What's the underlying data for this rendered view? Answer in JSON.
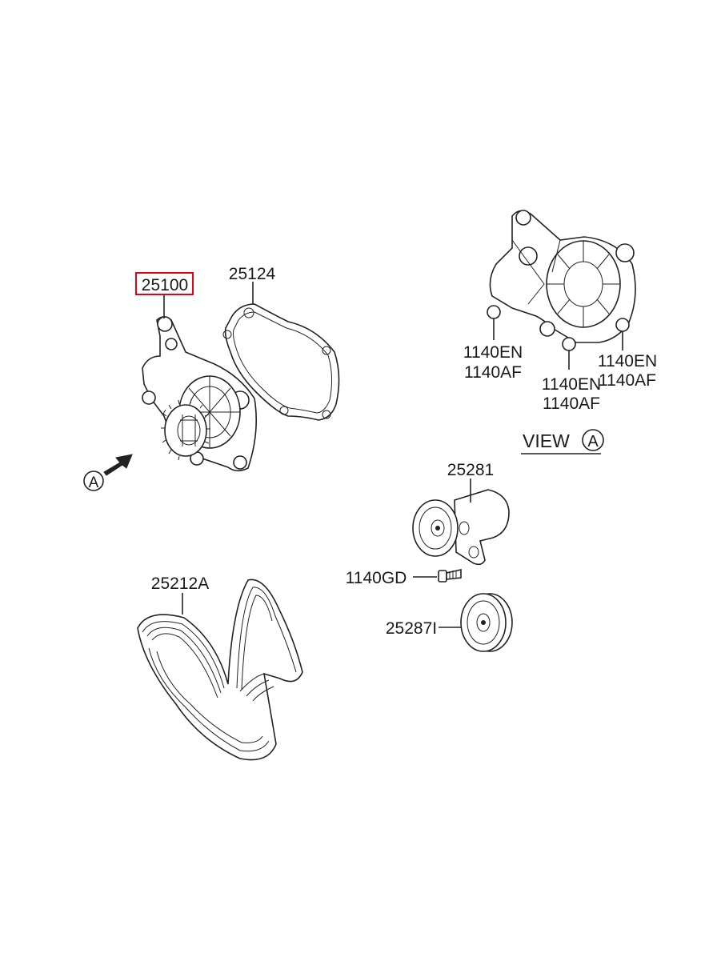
{
  "labels": {
    "water_pump": "25100",
    "gasket": "25124",
    "belt": "25212A",
    "tensioner": "25281",
    "bolt": "1140GD",
    "idler": "25287I",
    "sealing_1": "1140EN",
    "sealing_1b": "1140AF",
    "sealing_2": "1140EN",
    "sealing_2b": "1140AF",
    "sealing_3": "1140EN",
    "sealing_3b": "1140AF",
    "view_text": "VIEW",
    "view_ref": "A",
    "arrow_ref": "A"
  },
  "colors": {
    "highlight": "#e60012",
    "line": "#222222"
  }
}
